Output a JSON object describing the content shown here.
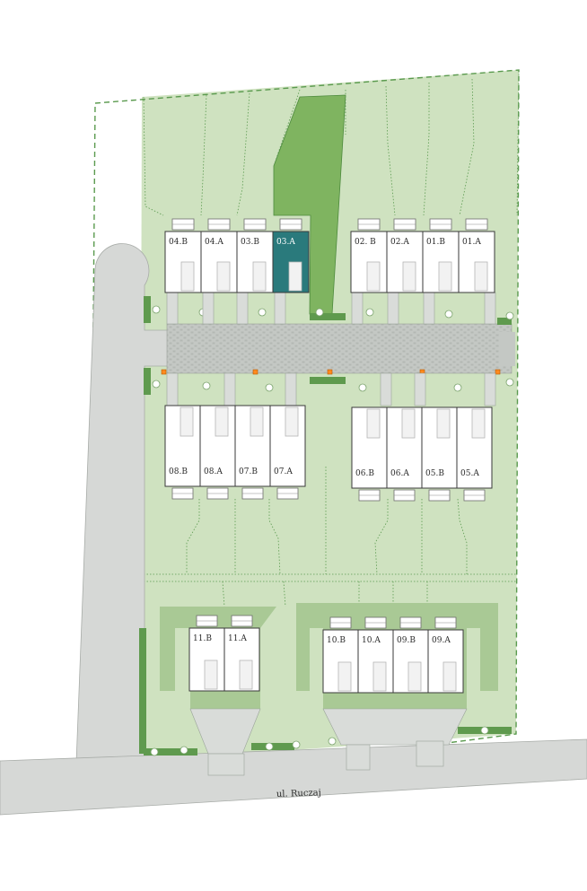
{
  "street": {
    "name": "ul. Ruczaj"
  },
  "colors": {
    "lawn": "#cfe2c0",
    "lawn_dark": "#b7d3a4",
    "selected_plot": "#7fb460",
    "selected_unit": "#2a7a7c",
    "road": "#d6d8d6",
    "paving": "#bfc3bf",
    "boundary": "#5a9a4e"
  },
  "units": {
    "top_left": [
      "04.B",
      "04.A",
      "03.B",
      "03.A"
    ],
    "top_right": [
      "02. B",
      "02.A",
      "01.B",
      "01.A"
    ],
    "middle_left": [
      "08.B",
      "08.A",
      "07.B",
      "07.A"
    ],
    "middle_right": [
      "06.B",
      "06.A",
      "05.B",
      "05.A"
    ],
    "bottom_left": [
      "11.B",
      "11.A"
    ],
    "bottom_right": [
      "10.B",
      "10.A",
      "09.B",
      "09.A"
    ]
  },
  "selected_unit": "03.A"
}
